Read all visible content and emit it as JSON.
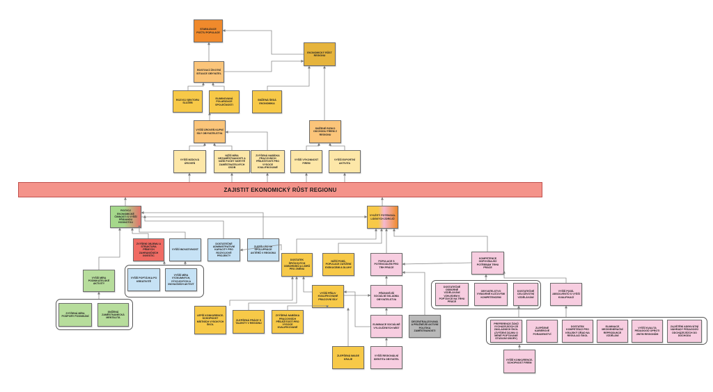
{
  "banner": {
    "text": "ZAJISTIT EKONOMICKÝ RŮST REGIONU"
  },
  "nodes": {
    "stabilizace": "STABILIZACE POČTU POPULACE",
    "ekonomicky_rust": "EKONOMICKÝ RŮST REGIONU",
    "zivotni_situace": "ROSTOUCÍ ŽIVOTNÍ SITUACE OBYVATEL",
    "sektor_sluzeb": "ROZVOJ SEKTORU SLUŽEB",
    "polarizace": "ELIMINOVANÁ POLARIZACE SPOLEČNOSTI",
    "sedeekonomika": "SNÍŽENÁ ŠEDÁ EKONOMIKA",
    "kupni_sila": "VYŠŠÍ ÚROVEŇ KUPNÍ SÍLY OBYVATELSTVA",
    "riziko": "SNÍŽENÉ RIZIKO ODCHODU FIREM Z REGIONU",
    "mzdy": "VYŠŠÍ MZDOVÁ ÚROVEŇ",
    "nezamestnanost": "NIŽŠÍ MÍRA NEZAMĚSTNANOSTI A NIŽŠÍ POČET SKRYTĚ ZAMĚSTNATELNÝCH OSOB",
    "nabidka_top": "ZVÝŠENÁ NABÍDKA PRACOVNÍCH PŘÍLEŽITOSTÍ PRO VYSOCE KVALIFIKOVANÉ",
    "vykonnost": "VYŠŠÍ VÝKONNOST FIREM",
    "export": "VYŠŠÍ EXPORTNÍ AKTIVITA",
    "rozvoj_oboru": "ROZVOJ EKONOMICKÉ ČINNOSTI S VYŠŠÍ PŘIDANOU HODNOTOU",
    "potencial": "VYUŽITÝ POTENCIÁL LIDSKÝCH ZDROJŮ",
    "investice": "ZVÝŠENÍ OBJEMU A STRUKTURA PŘÍMÝCH ZAHRANIČNÍCH INVESTIC",
    "inovativnost": "VYŠŠÍ INOVATIVNOST",
    "admin": "DOSTATEČNÉ ADMINISTRATIVNÍ KAPACITY PRO ROZVOJOVÉ PROJEKTY",
    "spoluprace": "ZLEPŠUJÍCÍ SE SPOLUPRÁCE AKTÉRŮ V REGIONU",
    "spickovi": "DOSTATEK ŠPIČKOVÝCH ODBORNÍKŮ A LÍDRŮ PRO ZMĚNU",
    "nizsi_podil": "NIŽŠÍ PODÍL POPULACE ZATÍŽENÍ EXEKUCEMI A DLUHY",
    "populace_trh": "POPULACE S POTENCIÁLEM PRO TRH PRÁCE",
    "kompetence": "KOMPETENCE ODPOVÍDAJÍCÍ POTŘEBÁM TRHU PRÁCE",
    "podnikatelske": "VYŠŠÍ MÍRA PODNIKATELSKÉ AKTIVITY",
    "kreativita": "VYŠŠÍ POPTÁVKA PO KREATIVITĚ",
    "vyzkum": "VYŠŠÍ MÍRA VÝZKUMNÝCH, VÝVOJOVÝCH A INOVAČNÍCH AKTIVIT",
    "podpora": "ZVÝŠENÁ MÍRA PODPORY PODNIKÁNÍ",
    "mentalita": "SNÍŽENÁ ZAMĚSTNANECKÁ MENTALITA",
    "priliv": "VYŠŠÍ PŘÍLIV KVALIFIKOVANÉ PRACOVNÍ SÍLY",
    "socialni": "PŘIZNIVĚJŠÍ SOCIÁLNÍ SKLADBA OBYVATELSTVA",
    "konkurence_skol": "LEPŠÍ KONKURENCE-SCHOPNOST MÍSTNÍCH VYSOKÝCH ŠKOL",
    "prace_talenty": "ZLEPŠENÁ PRÁCE S TALENTY V REGIONU",
    "nabidka_bottom": "ZVÝŠENÁ NABÍDKA PRACOVNÍCH PŘÍLEŽITOSTÍ PRO VYSOCE KVALIFIKOVANÉ",
    "vyloucene": "ELIMINACE SOCIÁLNĚ VYLOUČENÝCH MÍST",
    "image": "ZLEPŠENÁ IMAGE KRAJE",
    "identita": "VYŠŠÍ REGIONÁLNÍ IDENTITA OBYVATEL",
    "decentralizace": "DECENTRALIZOVANÁ A PRUŽNĚJŠÍ AKTIVNÍ POLITIKA ZAMĚSTNANOSTI",
    "vzdelavani": "DOSTATEČNÉ ODBORNÉ VZDĚLÁVÁNÍ VZHLEDEM K POPTÁVCE NA TRHU PRÁCE",
    "dovednosti": "OBYVATELSTVO VYBAVENÉ KLÍČOVÝMI KOMPETENCEMI",
    "celozivotni": "DOSTATEČNÉ CELOŽIVOTNÍ VZDĚLÁVÁNÍ",
    "absolventi": "VYŠŠÍ PODÍL ABSOLVENTŮ S VYŠŠÍ KVALIFIKACÍ",
    "preference": "PREFERENCE ŽÁKŮ VYCHÁZEJÍCÍCH ZE ZÁKLADNÍCH ŠKOL (ZVÝŠENÍ ZÁJMU O MÉNĚ POPTÁVANÉ STUDIJNÍ OBORY)",
    "poradenstvi": "ZLEPŠENÉ KARIÉROVÉ PORADENSTVÍ",
    "regulace": "DOSTATEK KOMPETENCÍ PRO KRAJSKÝ ÚŘAD NA REGULACI ŠKOL",
    "eliminace_vzd": "ELIMINACE MEZIGENERAČNÍ REPRODUKCE VZDĚLÁNÍ",
    "kvalita": "VYŠŠÍ KVALITA PEDAGOGŮ OPROTI JINÝM REGIONŮM",
    "nahrada": "ZAJIŠTĚNÍ ADEKVÁTNÍ NÁHRADY PEDAGOGŮ ODCHÁZEJÍCÍCH DO DŮCHODU",
    "konkurence_firem": "VYŠŠÍ KONKURENCE-SCHOPNOST FIREM"
  },
  "colors": {
    "banner": "#f4938a",
    "orange": "#f08a2c",
    "gold": "#e6b43c",
    "yellow": "#f7c948",
    "peach": "#fbc57a",
    "cream": "#fde7a8",
    "red": "#f06b63",
    "blue": "#c6e2f5",
    "green": "#b7dd9c",
    "pink": "#f7cde0",
    "grey": "#b9b9b9",
    "edge": "#8a8a8a"
  }
}
